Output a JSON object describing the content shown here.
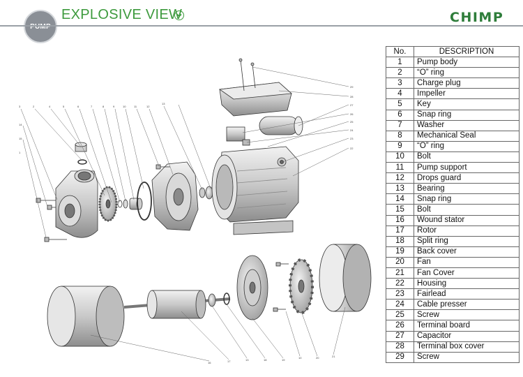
{
  "header": {
    "badge": "PUMP",
    "title": "EXPLOSIVE VIEW",
    "brand": "CHIMP"
  },
  "parts_table": {
    "headers": {
      "no": "No.",
      "description": "DESCRIPTION"
    },
    "rows": [
      {
        "no": "1",
        "description": "Pump body"
      },
      {
        "no": "2",
        "description": "“O” ring"
      },
      {
        "no": "3",
        "description": "Charge plug"
      },
      {
        "no": "4",
        "description": "Impeller"
      },
      {
        "no": "5",
        "description": "Key"
      },
      {
        "no": "6",
        "description": "Snap ring"
      },
      {
        "no": "7",
        "description": "Washer"
      },
      {
        "no": "8",
        "description": "Mechanical Seal"
      },
      {
        "no": "9",
        "description": "“O” ring"
      },
      {
        "no": "10",
        "description": "Bolt"
      },
      {
        "no": "11",
        "description": "Pump support"
      },
      {
        "no": "12",
        "description": "Drops guard"
      },
      {
        "no": "13",
        "description": "Bearing"
      },
      {
        "no": "14",
        "description": "Snap ring"
      },
      {
        "no": "15",
        "description": "Bolt"
      },
      {
        "no": "16",
        "description": "Wound stator"
      },
      {
        "no": "17",
        "description": "Rotor"
      },
      {
        "no": "18",
        "description": "Split ring"
      },
      {
        "no": "19",
        "description": "Back cover"
      },
      {
        "no": "20",
        "description": "Fan"
      },
      {
        "no": "21",
        "description": "Fan Cover"
      },
      {
        "no": "22",
        "description": "Housing"
      },
      {
        "no": "23",
        "description": "Fairlead"
      },
      {
        "no": "24",
        "description": "Cable presser"
      },
      {
        "no": "25",
        "description": "Screw"
      },
      {
        "no": "26",
        "description": "Terminal board"
      },
      {
        "no": "27",
        "description": "Capacitor"
      },
      {
        "no": "28",
        "description": "Terminal box cover"
      },
      {
        "no": "29",
        "description": "Screw"
      }
    ]
  },
  "callouts": {
    "top_row": [
      "3",
      "2",
      "4",
      "5",
      "6",
      "7",
      "8",
      "9",
      "10",
      "11",
      "12",
      "13"
    ],
    "left_side": [
      "14",
      "15",
      "1"
    ],
    "right_side": [
      "29",
      "28",
      "27",
      "26",
      "25",
      "24",
      "23",
      "22"
    ],
    "bottom_row": [
      "16",
      "17",
      "13",
      "18",
      "19",
      "10",
      "20",
      "21"
    ]
  }
}
